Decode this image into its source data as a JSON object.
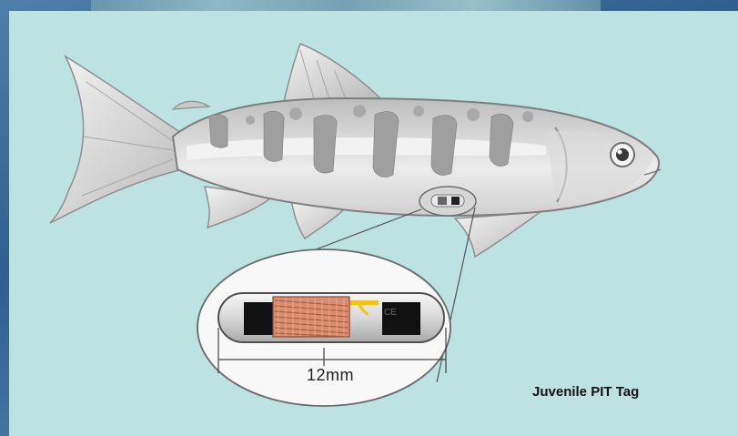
{
  "diagram": {
    "caption": "Juvenile PIT Tag",
    "measurement": "12mm"
  },
  "colors": {
    "background_panel": "#bde2e2",
    "frame_blue": "#3f6e98",
    "fish_body": "#d3d3d3",
    "parr_marks": "#9a9a9a",
    "lateral_stripe": "#f2f2f2",
    "coil_copper": "#d98c6e"
  },
  "icons": [
    "fish-illustration",
    "pit-tag-icon",
    "magnifier-callout"
  ]
}
